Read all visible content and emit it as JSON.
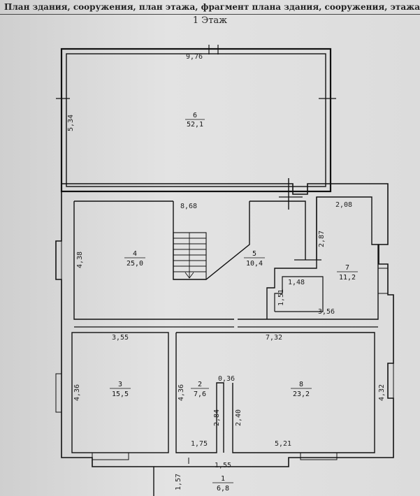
{
  "header": {
    "title": "План здания, сооружения, план этажа, фрагмент плана здания, сооружения, этажа",
    "floor": "1 Этаж"
  },
  "rooms": [
    {
      "number": "6",
      "area": "52,1"
    },
    {
      "number": "4",
      "area": "25,0"
    },
    {
      "number": "5",
      "area": "10,4"
    },
    {
      "number": "7",
      "area": "11,2"
    },
    {
      "number": "3",
      "area": "15,5"
    },
    {
      "number": "2",
      "area": "7,6"
    },
    {
      "number": "8",
      "area": "23,2"
    },
    {
      "number": "1",
      "area": "6,8"
    }
  ],
  "dimensions": [
    "9,76",
    "5,34",
    "8,68",
    "2,08",
    "2,87",
    "4,38",
    "1,48",
    "1,51",
    "3,56",
    "3,55",
    "7,32",
    "4,36",
    "4,36",
    "0,36",
    "2,84",
    "2,40",
    "4,32",
    "1,75",
    "5,21",
    "1,55",
    "1,57"
  ]
}
